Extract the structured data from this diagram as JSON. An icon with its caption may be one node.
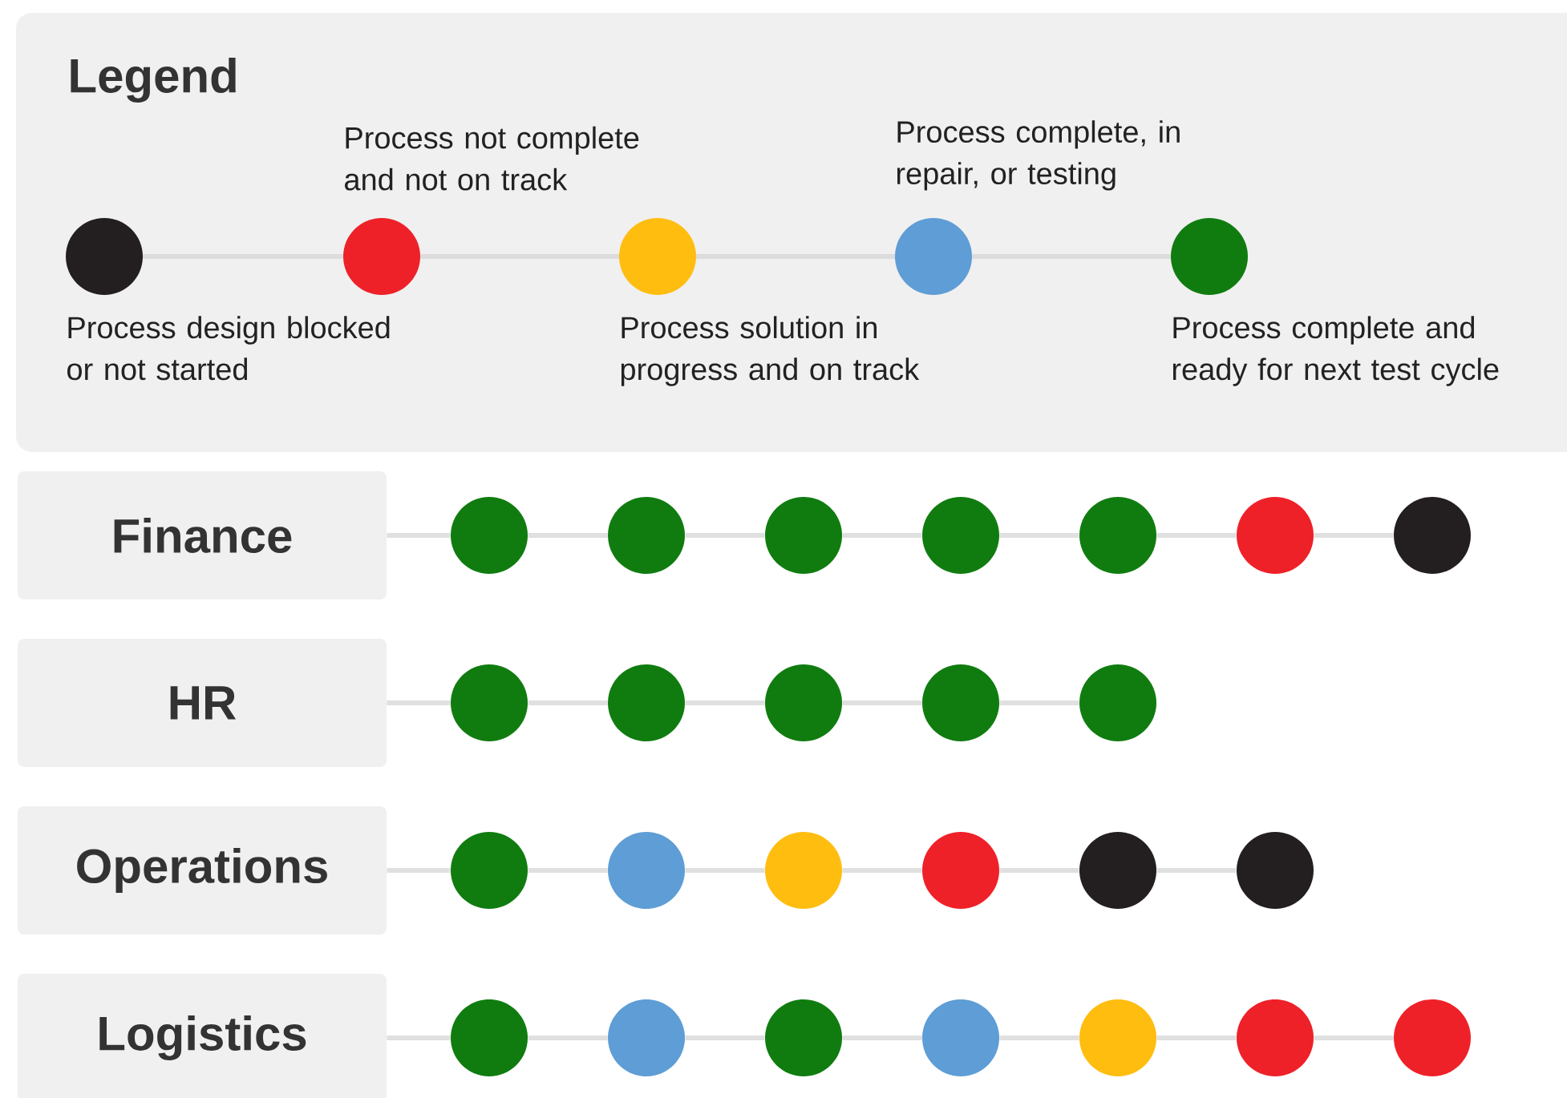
{
  "diagram": {
    "nodes": [
      {
        "text": [
          "Finance"
        ]
      },
      {
        "text": [],
        "shape": "circle"
      },
      {
        "text": [],
        "shape": "circle"
      },
      {
        "text": [],
        "shape": "circle"
      },
      {
        "text": [],
        "shape": "circle"
      },
      {
        "text": [],
        "shape": "circle"
      },
      {
        "text": [],
        "shape": "circle"
      },
      {
        "text": [],
        "shape": "circle"
      },
      {
        "text": [
          "HR"
        ]
      },
      {
        "text": [],
        "shape": "circle"
      },
      {
        "text": [],
        "shape": "circle"
      },
      {
        "text": [],
        "shape": "circle"
      },
      {
        "text": [],
        "shape": "circle"
      },
      {
        "text": [],
        "shape": "circle"
      },
      {
        "text": [
          "Operations"
        ]
      },
      {
        "text": [],
        "shape": "circle"
      },
      {
        "text": [],
        "shape": "circle"
      },
      {
        "text": [],
        "shape": "circle"
      },
      {
        "text": [],
        "shape": "circle"
      },
      {
        "text": [],
        "shape": "circle"
      },
      {
        "text": [],
        "shape": "circle"
      },
      {
        "text": [
          "Logistics"
        ]
      },
      {
        "text": [],
        "shape": "circle"
      },
      {
        "text": [],
        "shape": "circle"
      },
      {
        "text": [],
        "shape": "circle"
      },
      {
        "text": [],
        "shape": "circle"
      },
      {
        "text": [],
        "shape": "circle"
      },
      {
        "text": [],
        "shape": "circle"
      },
      {
        "text": [],
        "shape": "circle"
      }
    ],
    "edges": [
      {
        "from": 0,
        "to": 1,
        "arrow": "none"
      },
      {
        "from": 1,
        "to": 2,
        "arrow": "none"
      },
      {
        "from": 2,
        "to": 3,
        "arrow": "none"
      },
      {
        "from": 3,
        "to": 4,
        "arrow": "none"
      },
      {
        "from": 4,
        "to": 5,
        "arrow": "none"
      },
      {
        "from": 5,
        "to": 6,
        "arrow": "none"
      },
      {
        "from": 6,
        "to": 7,
        "arrow": "none"
      },
      {
        "from": 8,
        "to": 9,
        "arrow": "none"
      },
      {
        "from": 9,
        "to": 10,
        "arrow": "none"
      },
      {
        "from": 10,
        "to": 11,
        "arrow": "none"
      },
      {
        "from": 11,
        "to": 12,
        "arrow": "none"
      },
      {
        "from": 12,
        "to": 13,
        "arrow": "none"
      },
      {
        "from": 14,
        "to": 15,
        "arrow": "none"
      },
      {
        "from": 15,
        "to": 16,
        "arrow": "none"
      },
      {
        "from": 16,
        "to": 17,
        "arrow": "none"
      },
      {
        "from": 17,
        "to": 18,
        "arrow": "none"
      },
      {
        "from": 18,
        "to": 19,
        "arrow": "none"
      },
      {
        "from": 19,
        "to": 20,
        "arrow": "none"
      },
      {
        "from": 21,
        "to": 22,
        "arrow": "none"
      },
      {
        "from": 22,
        "to": 23,
        "arrow": "none"
      },
      {
        "from": 23,
        "to": 24,
        "arrow": "none"
      },
      {
        "from": 24,
        "to": 25,
        "arrow": "none"
      },
      {
        "from": 25,
        "to": 26,
        "arrow": "none"
      },
      {
        "from": 26,
        "to": 27,
        "arrow": "none"
      },
      {
        "from": 27,
        "to": 28,
        "arrow": "none"
      }
    ],
    "labels": [
      "Legend"
    ],
    "legend": [
      {
        "text": "Process design blocked or not started",
        "color": "#231f20"
      },
      {
        "text": "Process not complete and not on track",
        "color": "#ee2128"
      },
      {
        "text": "Process solution in progress and on track",
        "color": "#ffbd10"
      },
      {
        "text": "Process complete, in repair, or testing",
        "color": "#5e9dd5"
      },
      {
        "text": "Process complete and ready for next test cycle",
        "color": "#107c10"
      }
    ]
  }
}
